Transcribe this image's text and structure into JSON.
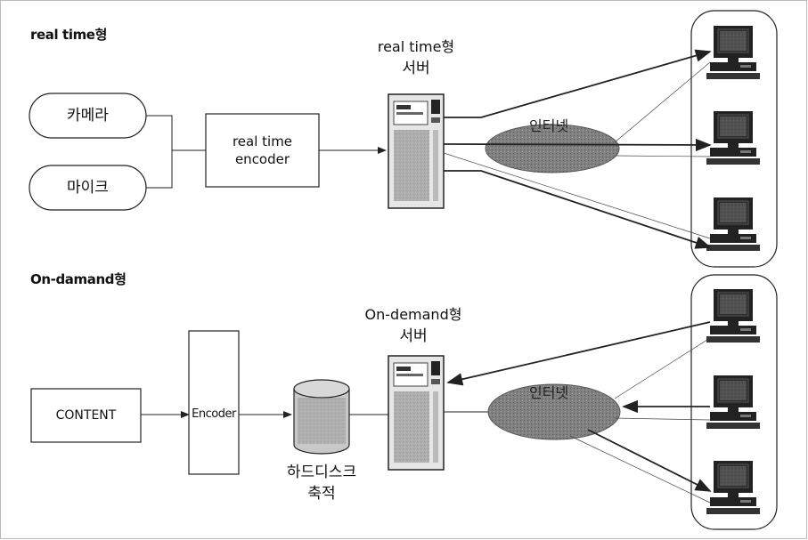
{
  "realtime": {
    "section_title": "real time형",
    "camera": "카메라",
    "mic": "마이크",
    "encoder": "real time encoder",
    "server_title": "real time형",
    "server_sub": "서버",
    "internet": "인터넷"
  },
  "ondemand": {
    "section_title": "On-damand형",
    "content": "CONTENT",
    "encoder": "Encoder",
    "storage_line1": "하드디스크",
    "storage_line2": "축적",
    "server_title": "On-demand형",
    "server_sub": "서버",
    "internet": "인터넷"
  },
  "colors": {
    "cloud": "#7d7d7d",
    "line": "#222222",
    "cylinder": "#c8c8c8",
    "server_body": "#e6e6e6"
  }
}
